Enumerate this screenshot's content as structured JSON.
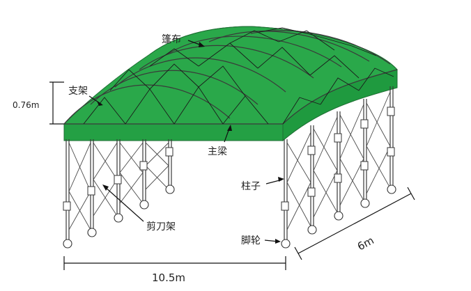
{
  "labels": {
    "canopy": "篷布",
    "bracket": "支架",
    "height": "0.76m",
    "main_beam": "主梁",
    "column": "柱子",
    "scissor_frame": "剪刀架",
    "caster": "脚轮",
    "length": "10.5m",
    "width": "6m"
  },
  "colors": {
    "canopy_top": "#2aa84a",
    "canopy_dark": "#1f9a3f",
    "canopy_side": "#24a044",
    "frame": "#3a3a3a",
    "text": "#222222"
  }
}
